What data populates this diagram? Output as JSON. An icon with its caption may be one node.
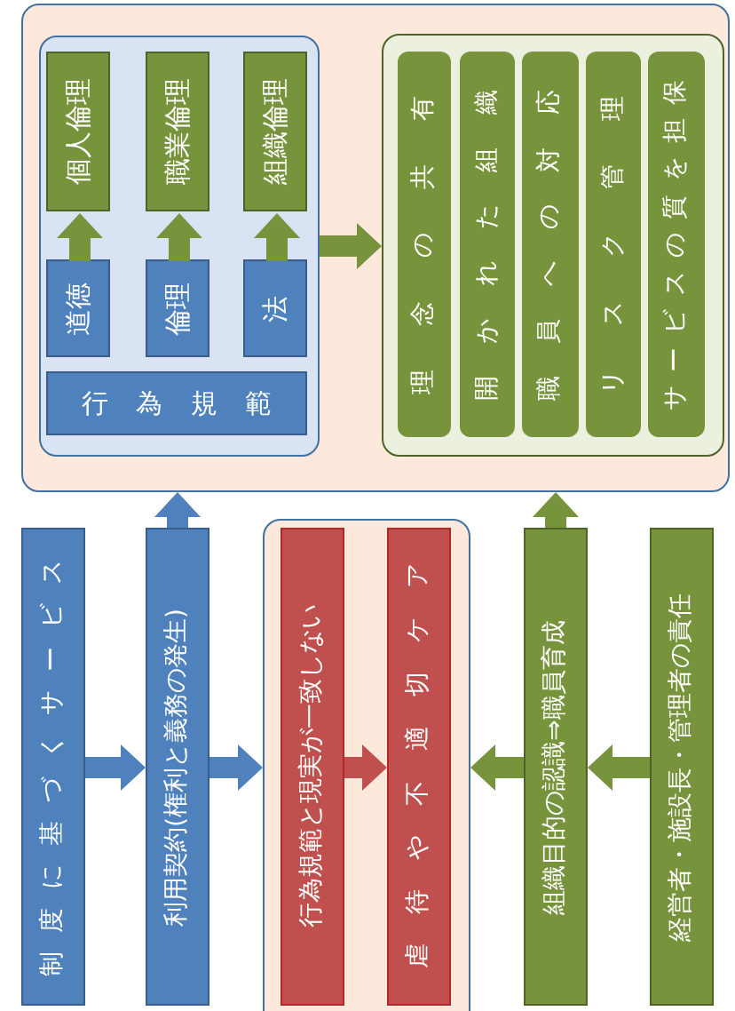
{
  "diagram": {
    "nodes": [
      {
        "text": [],
        "shape": "box"
      },
      {
        "text": [],
        "shape": "box",
        "in": 0
      },
      {
        "text": [
          "個人倫理"
        ],
        "in": 1
      },
      {
        "text": [
          "職業倫理"
        ],
        "in": 1
      },
      {
        "text": [
          "組織倫理"
        ],
        "in": 1
      },
      {
        "text": [
          "道徳"
        ],
        "in": 1
      },
      {
        "text": [
          "倫理"
        ],
        "in": 1
      },
      {
        "text": [
          "法"
        ],
        "in": 1
      },
      {
        "text": [
          "行為規範"
        ],
        "in": 1
      },
      {
        "text": [],
        "shape": "box",
        "in": 0
      },
      {
        "text": [
          "理念の共有"
        ],
        "in": 9
      },
      {
        "text": [
          "開かれた組織"
        ],
        "in": 9
      },
      {
        "text": [
          "職員への対応"
        ],
        "in": 9
      },
      {
        "text": [
          "リスク管理"
        ],
        "in": 9
      },
      {
        "text": [
          "サービスの質を担保"
        ],
        "in": 9
      },
      {
        "text": [
          "制度に基づくサービス"
        ]
      },
      {
        "text": [
          "利用契約(権利と義務の発生)"
        ]
      },
      {
        "text": [],
        "shape": "box"
      },
      {
        "text": [
          "行為規範と現実が一致しない"
        ],
        "in": 17
      },
      {
        "text": [
          "虐待や不適切ケア"
        ],
        "in": 17
      },
      {
        "text": [
          "組織目的の認識⇒職員育成"
        ]
      },
      {
        "text": [
          "経営者・施設長・管理者の責任"
        ]
      }
    ],
    "edges": [
      {
        "from": 5,
        "to": 2,
        "arrow": "to"
      },
      {
        "from": 6,
        "to": 3,
        "arrow": "to"
      },
      {
        "from": 7,
        "to": 4,
        "arrow": "to"
      },
      {
        "from": 1,
        "to": 9,
        "arrow": "to"
      },
      {
        "from": 16,
        "to": 0,
        "arrow": "to",
        "color": "#4f81bd"
      },
      {
        "from": 20,
        "to": 0,
        "arrow": "to"
      },
      {
        "from": 15,
        "to": 16,
        "arrow": "to",
        "color": "#4f81bd"
      },
      {
        "from": 16,
        "to": 17,
        "arrow": "to",
        "color": "#4f81bd"
      },
      {
        "from": 18,
        "to": 19,
        "arrow": "to",
        "color": "#c0504d"
      },
      {
        "from": 20,
        "to": 17,
        "arrow": "to"
      },
      {
        "from": 21,
        "to": 20,
        "arrow": "to"
      }
    ]
  }
}
